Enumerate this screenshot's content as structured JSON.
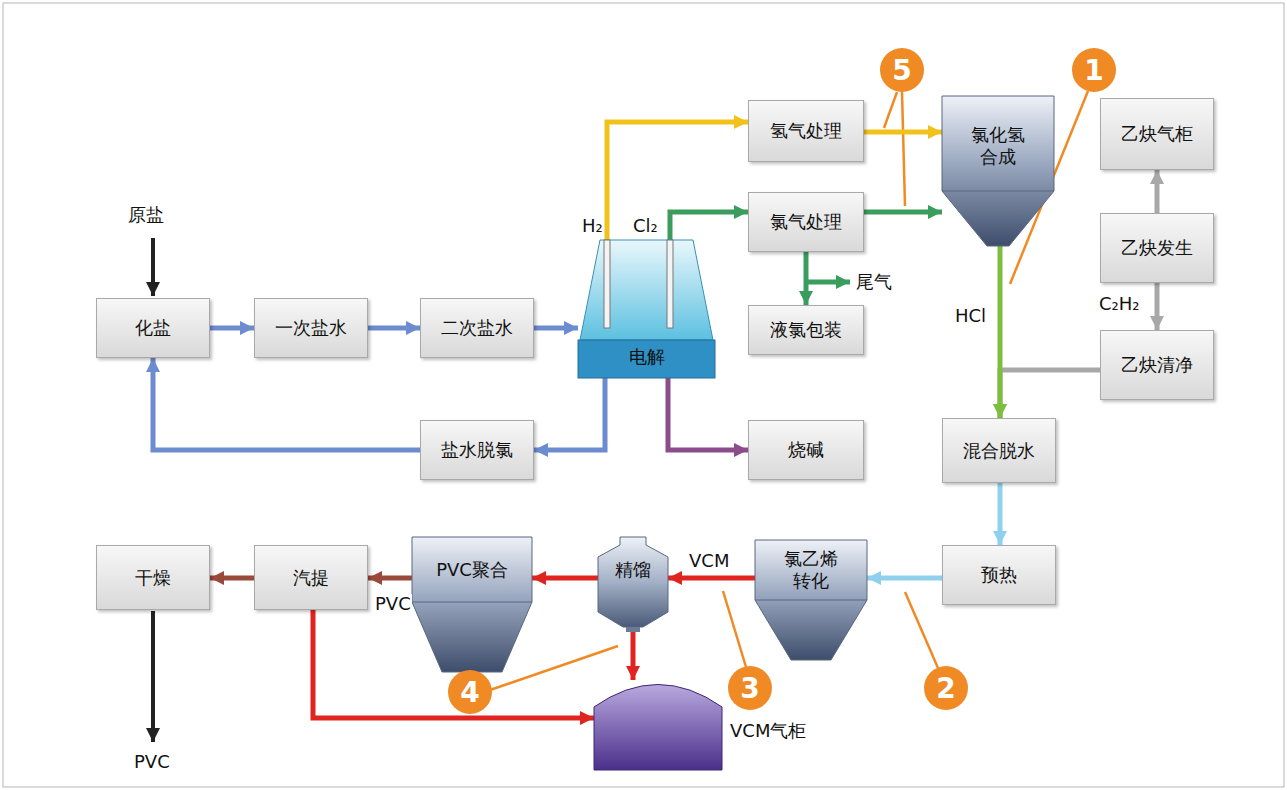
{
  "diagram": {
    "nodes": [
      {
        "text": [
          "氢气处理"
        ]
      },
      {
        "text": [
          "氯气处理"
        ]
      },
      {
        "text": [
          "氯化氢 合成"
        ]
      },
      {
        "text": [
          "乙炔气柜"
        ]
      },
      {
        "text": [
          "乙炔发生"
        ]
      },
      {
        "text": [
          "化盐"
        ]
      },
      {
        "text": [
          "一次盐水"
        ]
      },
      {
        "text": [
          "二次盐水"
        ]
      },
      {
        "text": [
          "电解"
        ]
      },
      {
        "text": [
          "液氯包装"
        ]
      },
      {
        "text": [
          "乙炔清净"
        ]
      },
      {
        "text": [
          "盐水脱氯"
        ]
      },
      {
        "text": [
          "烧碱"
        ]
      },
      {
        "text": [
          "混合脱水"
        ]
      },
      {
        "text": [
          "干燥"
        ]
      },
      {
        "text": [
          "汽提"
        ]
      },
      {
        "text": [
          "PVC聚合"
        ]
      },
      {
        "text": [
          "精馏"
        ]
      },
      {
        "text": [
          "氯乙烯 转化"
        ]
      },
      {
        "text": [
          "预热"
        ]
      },
      {
        "text": [
          "VCM气柜"
        ]
      }
    ],
    "edges": [
      {
        "from": 5,
        "to": 6,
        "arrow": "to"
      },
      {
        "from": 6,
        "to": 7,
        "arrow": "to"
      },
      {
        "from": 7,
        "to": 8,
        "arrow": "to"
      },
      {
        "from": 8,
        "to": 0,
        "arrow": "to",
        "label": "H₂"
      },
      {
        "from": 8,
        "to": 1,
        "arrow": "to",
        "label": "Cl₂"
      },
      {
        "from": 0,
        "to": 2,
        "arrow": "to"
      },
      {
        "from": 1,
        "to": 2,
        "arrow": "to"
      },
      {
        "from": 1,
        "to": 9,
        "arrow": "to"
      },
      {
        "from": 4,
        "to": 3,
        "arrow": "to"
      },
      {
        "from": 4,
        "to": 10,
        "arrow": "to",
        "label": "C₂H₂"
      },
      {
        "from": 10,
        "to": 13,
        "arrow": "to"
      },
      {
        "from": 2,
        "to": 13,
        "arrow": "to",
        "label": "HCl"
      },
      {
        "from": 8,
        "to": 11,
        "arrow": "to"
      },
      {
        "from": 11,
        "to": 5,
        "arrow": "to"
      },
      {
        "from": 8,
        "to": 12,
        "arrow": "to"
      },
      {
        "from": 13,
        "to": 19,
        "arrow": "to"
      },
      {
        "from": 19,
        "to": 18,
        "arrow": "to"
      },
      {
        "from": 18,
        "to": 17,
        "arrow": "to",
        "label": "VCM"
      },
      {
        "from": 17,
        "to": 16,
        "arrow": "to"
      },
      {
        "from": 16,
        "to": 15,
        "arrow": "to",
        "label": "PVC"
      },
      {
        "from": 15,
        "to": 14,
        "arrow": "to"
      },
      {
        "from": 17,
        "to": 20,
        "arrow": "to"
      },
      {
        "from": 15,
        "to": 20,
        "arrow": "to"
      }
    ],
    "labels": [
      "原盐",
      "尾气",
      "PVC",
      "5",
      "1",
      "2",
      "3",
      "4"
    ]
  }
}
